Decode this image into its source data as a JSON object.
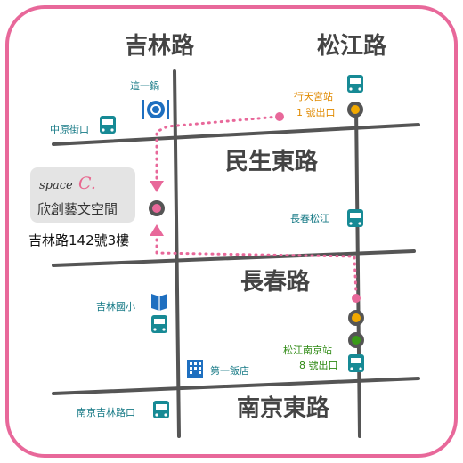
{
  "roads": {
    "jilin": "吉林路",
    "songjiang": "松江路",
    "minsheng_east": "民生東路",
    "changchun": "長春路",
    "nanjing_east": "南京東路"
  },
  "landmarks": {
    "restaurant": "這一鍋",
    "zhongyuan_bus": "中原街口",
    "xingtian_station": "行天宮站",
    "xingtian_exit": "1 號出口",
    "changchun_songjiang_bus": "長春松江",
    "jilin_school": "吉林國小",
    "songjiang_nanjing_station": "松江南京站",
    "songjiang_nanjing_exit": "8 號出口",
    "hotel": "第一飯店",
    "nanjing_jilin_bus": "南京吉林路口"
  },
  "venue": {
    "name_en_prefix": "space",
    "name_en_letter": "C.",
    "name_zh": "欣創藝文空間",
    "address": "吉林路142號3樓"
  },
  "colors": {
    "border": "#e8689a",
    "route": "#e8689a",
    "road": "#555555",
    "teal": "#178a95",
    "blue": "#1e6fc0",
    "orange": "#f2a900",
    "green": "#3a9a18"
  }
}
